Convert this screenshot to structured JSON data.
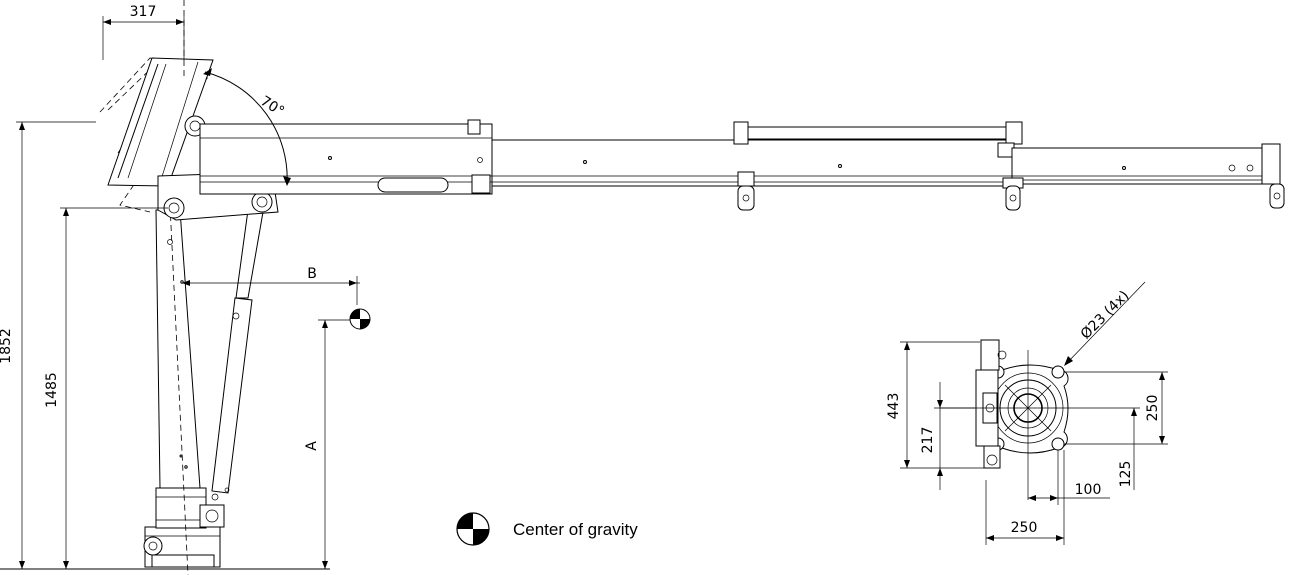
{
  "dimensions": {
    "top_width": "317",
    "angle": "70°",
    "total_height": "1852",
    "pivot_height": "1485",
    "label_a": "A",
    "label_b": "B",
    "hole_spec": "Ø23 (4x)",
    "base_height": "443",
    "base_half_height": "217",
    "bolt_spacing_v": "250",
    "bolt_offset_v": "125",
    "bolt_offset_h": "100",
    "bolt_spacing_h": "250"
  },
  "legend": {
    "center_of_gravity": "Center of gravity"
  }
}
